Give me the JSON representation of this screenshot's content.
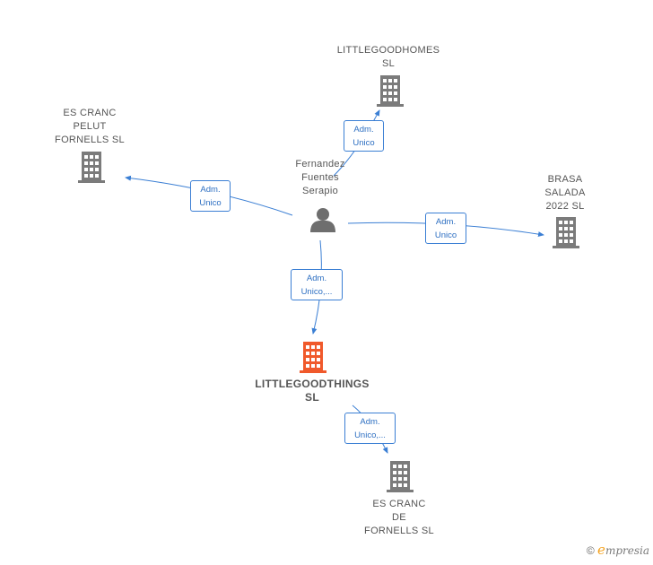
{
  "colors": {
    "edge": "#3b7fd4",
    "building": "#7b7b7b",
    "focus_building": "#f0592b",
    "person": "#6e6e6e"
  },
  "nodes": {
    "person": {
      "label": "Fernandez\nFuentes\nSerapio",
      "icon": "person-icon"
    },
    "littlegoodhomes": {
      "label": "LITTLEGOODHOMES\nSL",
      "icon": "building-icon"
    },
    "es_cranc_pelut": {
      "label": "ES CRANC\nPELUT\nFORNELLS  SL",
      "icon": "building-icon"
    },
    "brasa_salada": {
      "label": "BRASA\nSALADA\n2022  SL",
      "icon": "building-icon"
    },
    "littlegoodthings": {
      "label": "LITTLEGOODTHINGS\nSL",
      "icon": "building-icon"
    },
    "es_cranc_de_fornells": {
      "label": "ES CRANC\nDE\nFORNELLS SL",
      "icon": "building-icon"
    }
  },
  "edges": {
    "to_littlegoodhomes": "Adm.\nUnico",
    "to_es_cranc_pelut": "Adm.\nUnico",
    "to_brasa_salada": "Adm.\nUnico",
    "to_littlegoodthings": "Adm.\nUnico,...",
    "to_es_cranc_de_fornells": "Adm.\nUnico,..."
  },
  "brand": {
    "copyright": "©",
    "e": "e",
    "rest": "mpresia"
  }
}
